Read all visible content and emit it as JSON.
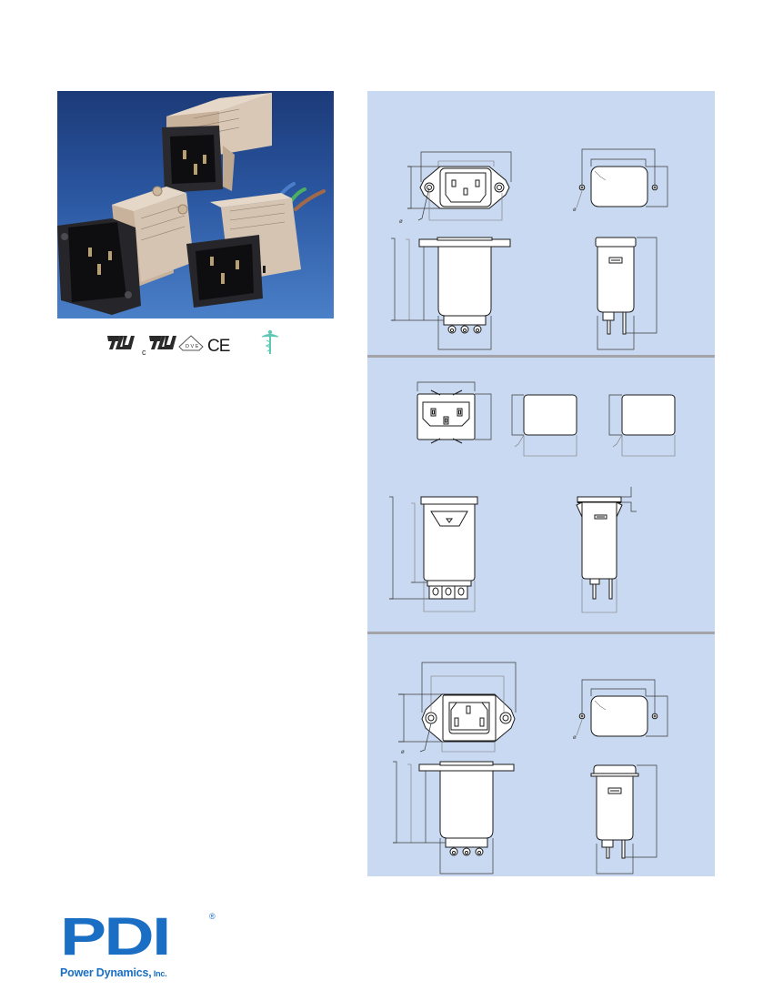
{
  "photo": {
    "alt": "Three IEC power entry modules with line filters",
    "background_top": "#1c3a78",
    "background_bottom": "#4a80c8"
  },
  "certifications": [
    {
      "name": "UL Recognized",
      "icon": "ul-recognized-mark"
    },
    {
      "name": "cUL Recognized",
      "icon": "cul-recognized-mark",
      "prefix": "c"
    },
    {
      "name": "VDE",
      "icon": "vde-mark",
      "text": "DVE"
    },
    {
      "name": "CE",
      "icon": "ce-mark",
      "text": "CE"
    },
    {
      "name": "Medical",
      "icon": "caduceus-mark"
    }
  ],
  "drawings": {
    "panel_color": "#c9d9f1",
    "separator_color": "#a3a3a8",
    "sections": [
      {
        "id": "flange-mount-type-1",
        "views": [
          "front-view",
          "panel-cutout",
          "side-view",
          "end-view"
        ]
      },
      {
        "id": "snap-in-type",
        "views": [
          "front-view",
          "panel-cutout-a",
          "panel-cutout-b",
          "side-view",
          "end-view"
        ]
      },
      {
        "id": "flange-mount-type-2",
        "views": [
          "front-view",
          "panel-cutout",
          "side-view",
          "end-view"
        ]
      }
    ],
    "diameter_symbol": "ø"
  },
  "logo": {
    "mark": "PDI",
    "registered": "®",
    "company": "Power Dynamics,",
    "suffix": " Inc.",
    "color": "#1a6fc4"
  }
}
